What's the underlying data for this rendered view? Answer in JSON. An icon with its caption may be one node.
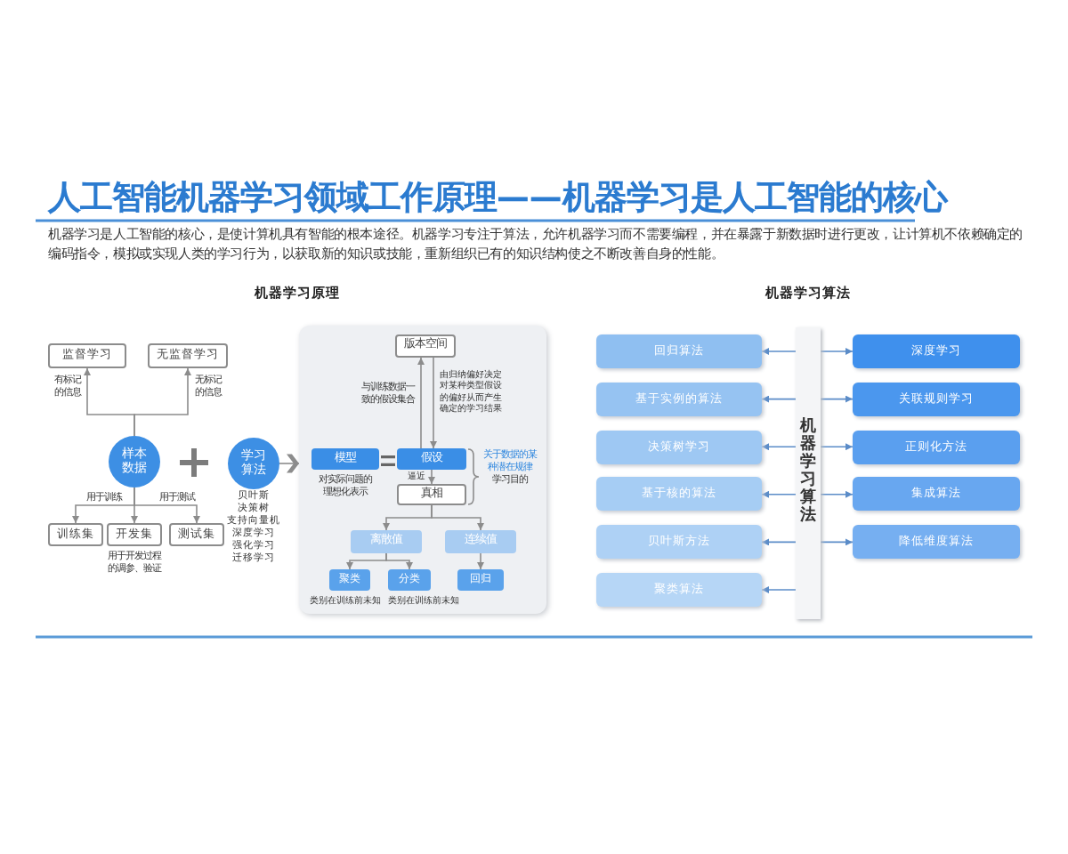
{
  "diagram": {
    "title": "人工智能机器学习领域工作原理——机器学习是人工智能的核心",
    "nodes": [
      {
        "text": [
          "监督学习"
        ]
      },
      {
        "text": [
          "无监督学习"
        ]
      },
      {
        "text": [
          "样本数据"
        ]
      },
      {
        "text": [
          "学习算法"
        ],
        "beside": [
          "贝叶斯",
          "决策树",
          "支持向量机",
          "深度学习",
          "强化学习",
          "迁移学习"
        ]
      },
      {
        "text": [
          "训练集"
        ]
      },
      {
        "text": [
          "开发集"
        ],
        "beside": [
          "用于开发过程的调参、验证"
        ]
      },
      {
        "text": [
          "测试集"
        ]
      },
      {
        "text": [],
        "shape": "box"
      },
      {
        "text": [
          "版本空间"
        ],
        "in": 7
      },
      {
        "text": [
          "模型"
        ],
        "in": 7,
        "beside": [
          "对实际问题的理想化表示"
        ]
      },
      {
        "text": [
          "假设"
        ],
        "in": 7
      },
      {
        "text": [
          "真相"
        ],
        "in": 7
      },
      {
        "text": [
          "离散值"
        ],
        "in": 7
      },
      {
        "text": [
          "连续值"
        ],
        "in": 7
      },
      {
        "text": [
          "聚类"
        ],
        "in": 7,
        "beside": [
          "类别在训练前未知"
        ]
      },
      {
        "text": [
          "分类"
        ],
        "in": 7,
        "beside": [
          "类别在训练前未知"
        ]
      },
      {
        "text": [
          "回归"
        ],
        "in": 7
      },
      {
        "text": [
          "机器学习算法"
        ]
      },
      {
        "text": [
          "回归算法"
        ]
      },
      {
        "text": [
          "基于实例的算法"
        ]
      },
      {
        "text": [
          "决策树学习"
        ]
      },
      {
        "text": [
          "基于核的算法"
        ]
      },
      {
        "text": [
          "贝叶斯方法"
        ]
      },
      {
        "text": [
          "聚类算法"
        ]
      },
      {
        "text": [
          "深度学习"
        ]
      },
      {
        "text": [
          "关联规则学习"
        ]
      },
      {
        "text": [
          "正则化方法"
        ]
      },
      {
        "text": [
          "集成算法"
        ]
      },
      {
        "text": [
          "降低维度算法"
        ]
      }
    ],
    "edges": [
      {
        "from": 2,
        "to": 0,
        "arrow": "to",
        "label": "有标记的信息"
      },
      {
        "from": 2,
        "to": 1,
        "arrow": "to",
        "label": "无标记的信息"
      },
      {
        "from": 2,
        "to": 4,
        "arrow": "to",
        "label": "用于训练"
      },
      {
        "from": 2,
        "to": 5,
        "arrow": "to"
      },
      {
        "from": 2,
        "to": 6,
        "arrow": "to",
        "label": "用于测试"
      },
      {
        "from": 3,
        "to": 7,
        "arrow": "to"
      },
      {
        "from": 10,
        "to": 8,
        "arrow": "to",
        "label": "与训练数据一致的假设集合"
      },
      {
        "from": 8,
        "to": 10,
        "arrow": "to",
        "label": "由归纳偏好决定对某种类型假设的偏好从而产生确定的学习结果"
      },
      {
        "from": 10,
        "to": 11,
        "arrow": "to",
        "label": "逼近"
      },
      {
        "from": 11,
        "to": 12,
        "arrow": "to"
      },
      {
        "from": 11,
        "to": 13,
        "arrow": "to"
      },
      {
        "from": 12,
        "to": 14,
        "arrow": "to"
      },
      {
        "from": 12,
        "to": 15,
        "arrow": "to"
      },
      {
        "from": 13,
        "to": 16,
        "arrow": "to"
      },
      {
        "from": 17,
        "to": 18,
        "arrow": "to",
        "color": "#5b8cc8"
      },
      {
        "from": 17,
        "to": 19,
        "arrow": "to",
        "color": "#5b8cc8"
      },
      {
        "from": 17,
        "to": 20,
        "arrow": "to",
        "color": "#5b8cc8"
      },
      {
        "from": 17,
        "to": 21,
        "arrow": "to",
        "color": "#5b8cc8"
      },
      {
        "from": 17,
        "to": 22,
        "arrow": "to",
        "color": "#5b8cc8"
      },
      {
        "from": 17,
        "to": 23,
        "arrow": "to",
        "color": "#5b8cc8"
      },
      {
        "from": 17,
        "to": 24,
        "arrow": "to",
        "color": "#5b8cc8"
      },
      {
        "from": 17,
        "to": 25,
        "arrow": "to",
        "color": "#5b8cc8"
      },
      {
        "from": 17,
        "to": 26,
        "arrow": "to",
        "color": "#5b8cc8"
      },
      {
        "from": 17,
        "to": 27,
        "arrow": "to",
        "color": "#5b8cc8"
      },
      {
        "from": 17,
        "to": 28,
        "arrow": "to",
        "color": "#5b8cc8"
      }
    ],
    "labels": [
      "机器学习是人工智能的核心，是使计算机具有智能的根本途径。机器学习专注于算法，允许机器学习而不需要编程，并在暴露于新数据时进行更改，让计算机不依赖确定的编码指令，模拟或实现人类的学习行为，以获取新的知识或技能，重新组织已有的知识结构使之不断改善自身的性能。",
      "机器学习原理",
      "机器学习算法",
      "关于数据的某种潜在规律",
      "学习目的"
    ]
  }
}
